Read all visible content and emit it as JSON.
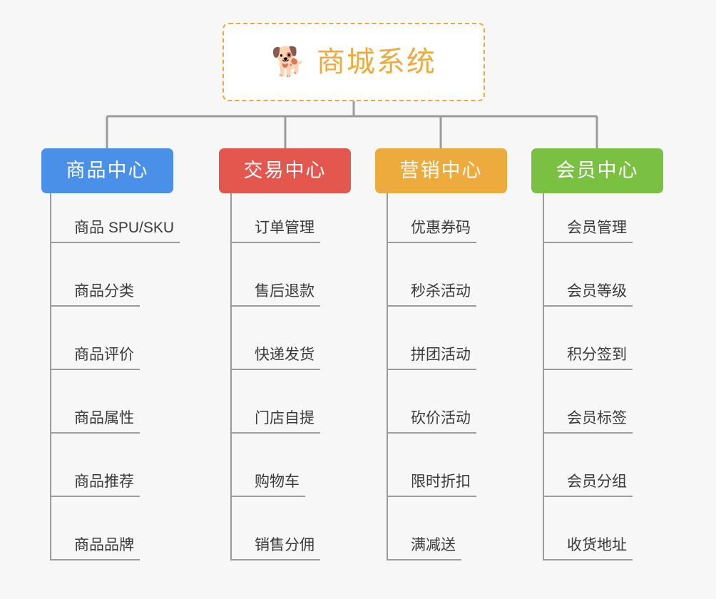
{
  "page": {
    "background_color": "#f7f7f7",
    "line_color": "#9b9b9b",
    "text_color": "#3a3a3a"
  },
  "root": {
    "icon": "shiba-dog-face-icon",
    "icon_glyph": "🐕",
    "title": "商城系统",
    "accent_color": "#eeab3d",
    "border_style": "dashed",
    "background_color": "#ffffff"
  },
  "categories": [
    {
      "id": "product-center",
      "label": "商品中心",
      "color": "#4a90e8",
      "items": [
        "商品 SPU/SKU",
        "商品分类",
        "商品评价",
        "商品属性",
        "商品推荐",
        "商品品牌"
      ]
    },
    {
      "id": "trade-center",
      "label": "交易中心",
      "color": "#e4574f",
      "items": [
        "订单管理",
        "售后退款",
        "快递发货",
        "门店自提",
        "购物车",
        "销售分佣"
      ]
    },
    {
      "id": "marketing-center",
      "label": "营销中心",
      "color": "#eeab3d",
      "items": [
        "优惠券码",
        "秒杀活动",
        "拼团活动",
        "砍价活动",
        "限时折扣",
        "满减送"
      ]
    },
    {
      "id": "member-center",
      "label": "会员中心",
      "color": "#7ac143",
      "items": [
        "会员管理",
        "会员等级",
        "积分签到",
        "会员标签",
        "会员分组",
        "收货地址"
      ]
    }
  ]
}
